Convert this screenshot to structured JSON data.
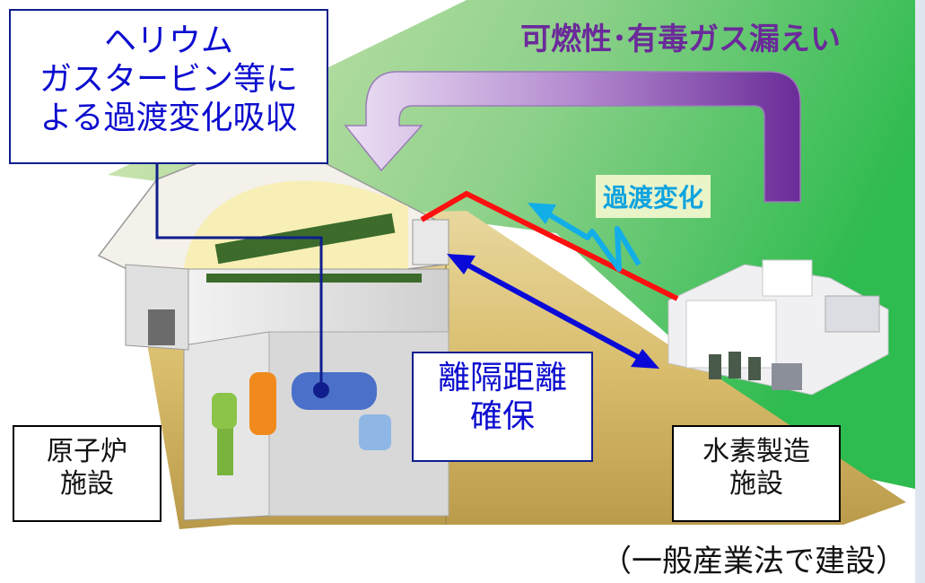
{
  "labels": {
    "helium_box": [
      "ヘリウム",
      "ガスタービン等に",
      "よる過渡変化吸収"
    ],
    "gas_leak": "可燃性･有毒ガス漏えい",
    "transient": "過渡変化",
    "separation_box": [
      "離隔距離",
      "確保"
    ],
    "reactor_box": [
      "原子炉",
      "施設"
    ],
    "h2_box": [
      "水素製造",
      "施設"
    ],
    "footnote": "（一般産業法で建設）"
  },
  "colors": {
    "ground_green": "#2ebb4f",
    "ground_gold": "#d8bf6c",
    "purple_arrow": "#7a3aa8",
    "red_line": "#ff1010",
    "blue_arrow": "#0a0ad8",
    "cyan_arrow": "#12aee8",
    "label_blue": "#0d0dcf"
  },
  "icons": {
    "leak_arrow": "curved-purple-arrow",
    "separation_arrow": "double-headed-blue-arrow",
    "transient_arrow": "zigzag-cyan-arrow"
  }
}
